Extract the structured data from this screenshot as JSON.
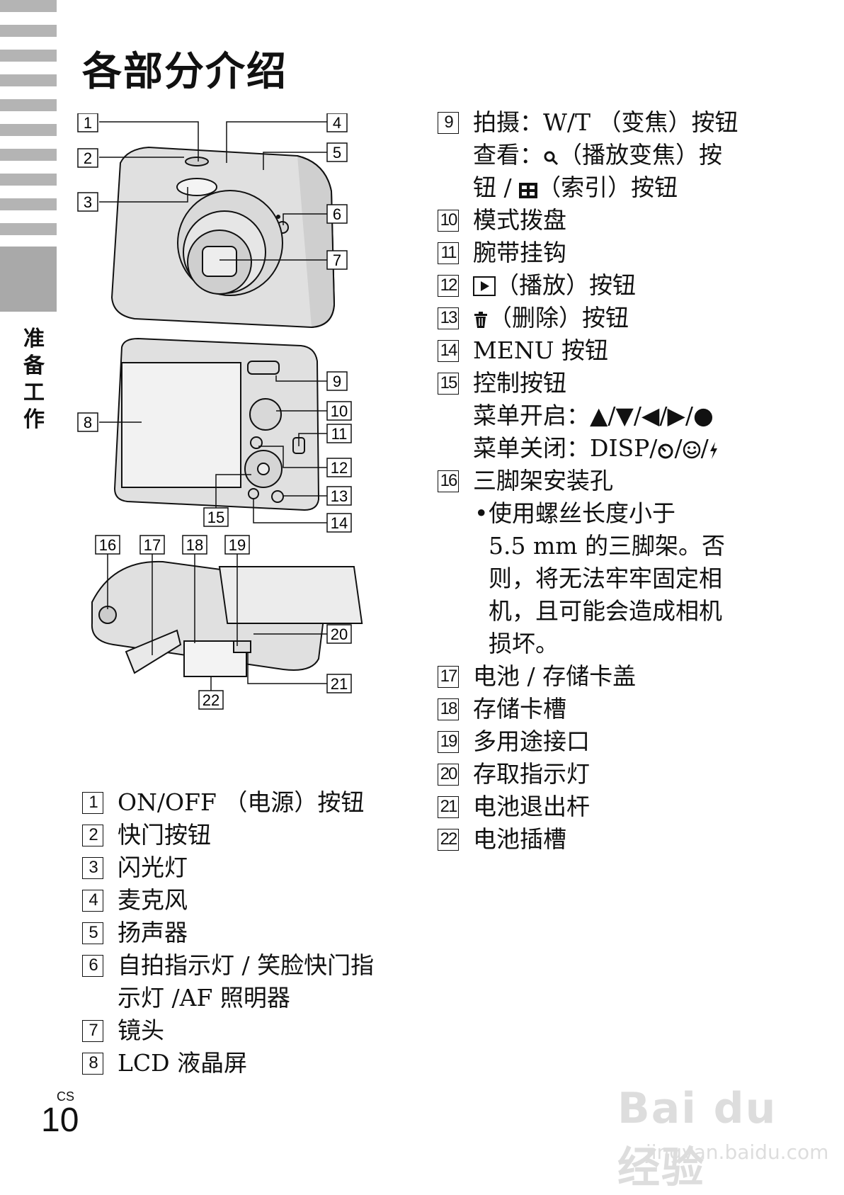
{
  "side_label": "准备工作",
  "title": "各部分介绍",
  "parts_left": [
    {
      "num": "1",
      "lines": [
        "ON/OFF （电源）按钮"
      ]
    },
    {
      "num": "2",
      "lines": [
        "快门按钮"
      ]
    },
    {
      "num": "3",
      "lines": [
        "闪光灯"
      ]
    },
    {
      "num": "4",
      "lines": [
        "麦克风"
      ]
    },
    {
      "num": "5",
      "lines": [
        "扬声器"
      ]
    },
    {
      "num": "6",
      "lines": [
        "自拍指示灯 / 笑脸快门指",
        "示灯 /AF 照明器"
      ]
    },
    {
      "num": "7",
      "lines": [
        "镜头"
      ]
    },
    {
      "num": "8",
      "lines": [
        "LCD 液晶屏"
      ]
    }
  ],
  "parts_right": {
    "p9": {
      "num": "9",
      "line1": "拍摄：W/T （变焦）按钮",
      "line2a": "查看：",
      "line2b": "（播放变焦）按",
      "line3a": "钮 /",
      "line3b": "（索引）按钮",
      "zoom_icon": "magnifier-icon",
      "index_icon": "index-grid-icon"
    },
    "p10": {
      "num": "10",
      "text": "模式拨盘"
    },
    "p11": {
      "num": "11",
      "text": "腕带挂钩"
    },
    "p12": {
      "num": "12",
      "text": "（播放）按钮",
      "icon": "play-icon"
    },
    "p13": {
      "num": "13",
      "text": "（删除）按钮",
      "icon": "trash-icon"
    },
    "p14": {
      "num": "14",
      "text": "MENU 按钮"
    },
    "p15": {
      "num": "15",
      "text": "控制按钮",
      "line2": "菜单开启：▲/▼/◀/▶/●",
      "line3": "菜单关闭：DISP/",
      "icons": [
        "self-timer-icon",
        "smile-icon",
        "flash-icon"
      ]
    },
    "p16": {
      "num": "16",
      "text": "三脚架安装孔",
      "bullet": [
        "使用螺丝长度小于",
        "5.5 mm 的三脚架。否",
        "则，将无法牢牢固定相",
        "机，且可能会造成相机",
        "损坏。"
      ]
    },
    "p17": {
      "num": "17",
      "text": "电池 / 存储卡盖"
    },
    "p18": {
      "num": "18",
      "text": "存储卡槽"
    },
    "p19": {
      "num": "19",
      "text": "多用途接口"
    },
    "p20": {
      "num": "20",
      "text": "存取指示灯"
    },
    "p21": {
      "num": "21",
      "text": "电池退出杆"
    },
    "p22": {
      "num": "22",
      "text": "电池插槽"
    }
  },
  "figure_callouts": [
    "1",
    "2",
    "3",
    "4",
    "5",
    "6",
    "7",
    "8",
    "9",
    "10",
    "11",
    "12",
    "13",
    "14",
    "15",
    "16",
    "17",
    "18",
    "19",
    "20",
    "21",
    "22"
  ],
  "page": {
    "lang_code": "CS",
    "number": "10"
  },
  "watermark": {
    "brand": "Bai du 经验",
    "url": "jingyan.baidu.com"
  }
}
